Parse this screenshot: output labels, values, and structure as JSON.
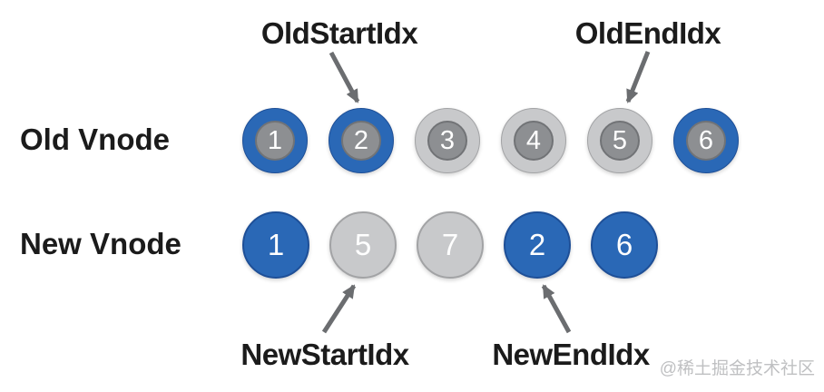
{
  "colors": {
    "blue": "#2a68b6",
    "blue_border": "#1e4f97",
    "gray_light": "#c8c9cb",
    "gray_light_border": "#a2a3a5",
    "gray_inner": "#8d8f92",
    "gray_inner_border": "#717376",
    "arrow": "#6b6d70",
    "label_text": "#1b1b1b",
    "number_text": "#ffffff",
    "watermark_text": "#bfc0c2"
  },
  "pointers": {
    "old_start": "OldStartIdx",
    "old_end": "OldEndIdx",
    "new_start": "NewStartIdx",
    "new_end": "NewEndIdx"
  },
  "rows": {
    "old": {
      "label": "Old Vnode",
      "nodes": [
        {
          "value": "1",
          "color": "blue"
        },
        {
          "value": "2",
          "color": "blue"
        },
        {
          "value": "3",
          "color": "gray"
        },
        {
          "value": "4",
          "color": "gray"
        },
        {
          "value": "5",
          "color": "gray"
        },
        {
          "value": "6",
          "color": "blue"
        }
      ]
    },
    "new": {
      "label": "New Vnode",
      "nodes": [
        {
          "value": "1",
          "color": "blue"
        },
        {
          "value": "5",
          "color": "gray"
        },
        {
          "value": "7",
          "color": "gray"
        },
        {
          "value": "2",
          "color": "blue"
        },
        {
          "value": "6",
          "color": "blue"
        }
      ]
    }
  },
  "watermark": "@稀土掘金技术社区"
}
